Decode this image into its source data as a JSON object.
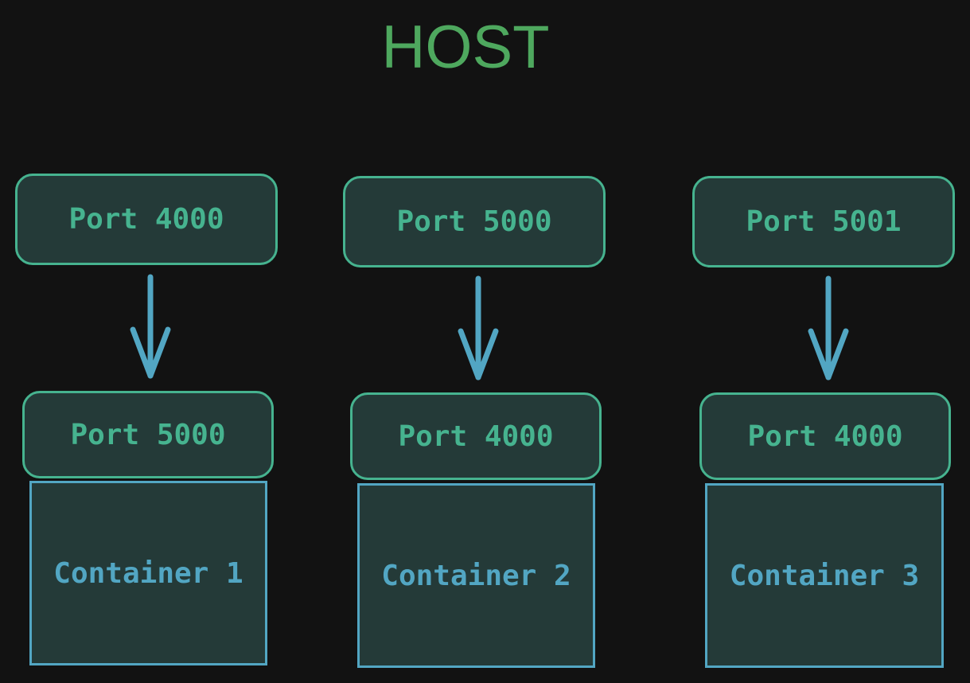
{
  "title": "HOST",
  "colors": {
    "background": "#121212",
    "title": "#4ea85e",
    "port_border": "#46b38f",
    "box_fill": "#243a38",
    "container_border": "#52a6c3",
    "arrow": "#52a6c3"
  },
  "columns": [
    {
      "host_port": "Port 4000",
      "container_port": "Port 5000",
      "container": "Container 1"
    },
    {
      "host_port": "Port 5000",
      "container_port": "Port 4000",
      "container": "Container 2"
    },
    {
      "host_port": "Port 5001",
      "container_port": "Port 4000",
      "container": "Container 3"
    }
  ]
}
